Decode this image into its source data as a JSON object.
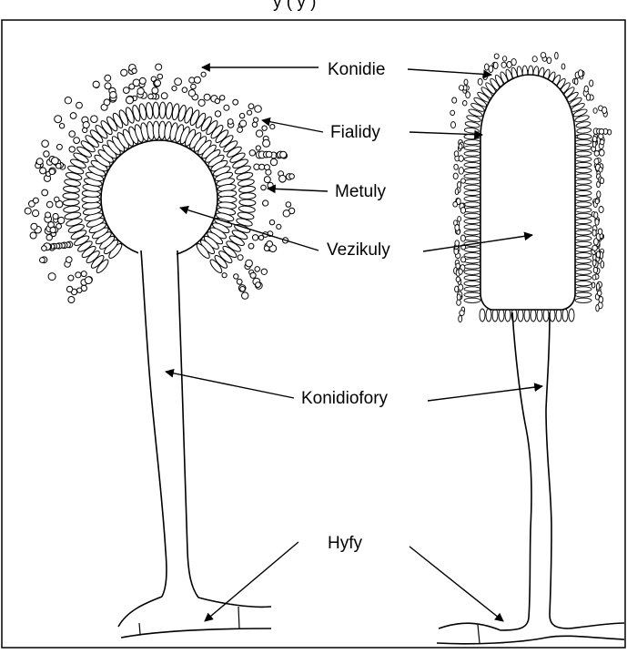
{
  "header_fragment": "y                                           (       y       )",
  "labels": {
    "konidie": "Konidie",
    "fialidy": "Fialidy",
    "metuly": "Metuly",
    "vezikuly": "Vezikuly",
    "konidiofory": "Konidiofory",
    "hyfy": "Hyfy"
  }
}
